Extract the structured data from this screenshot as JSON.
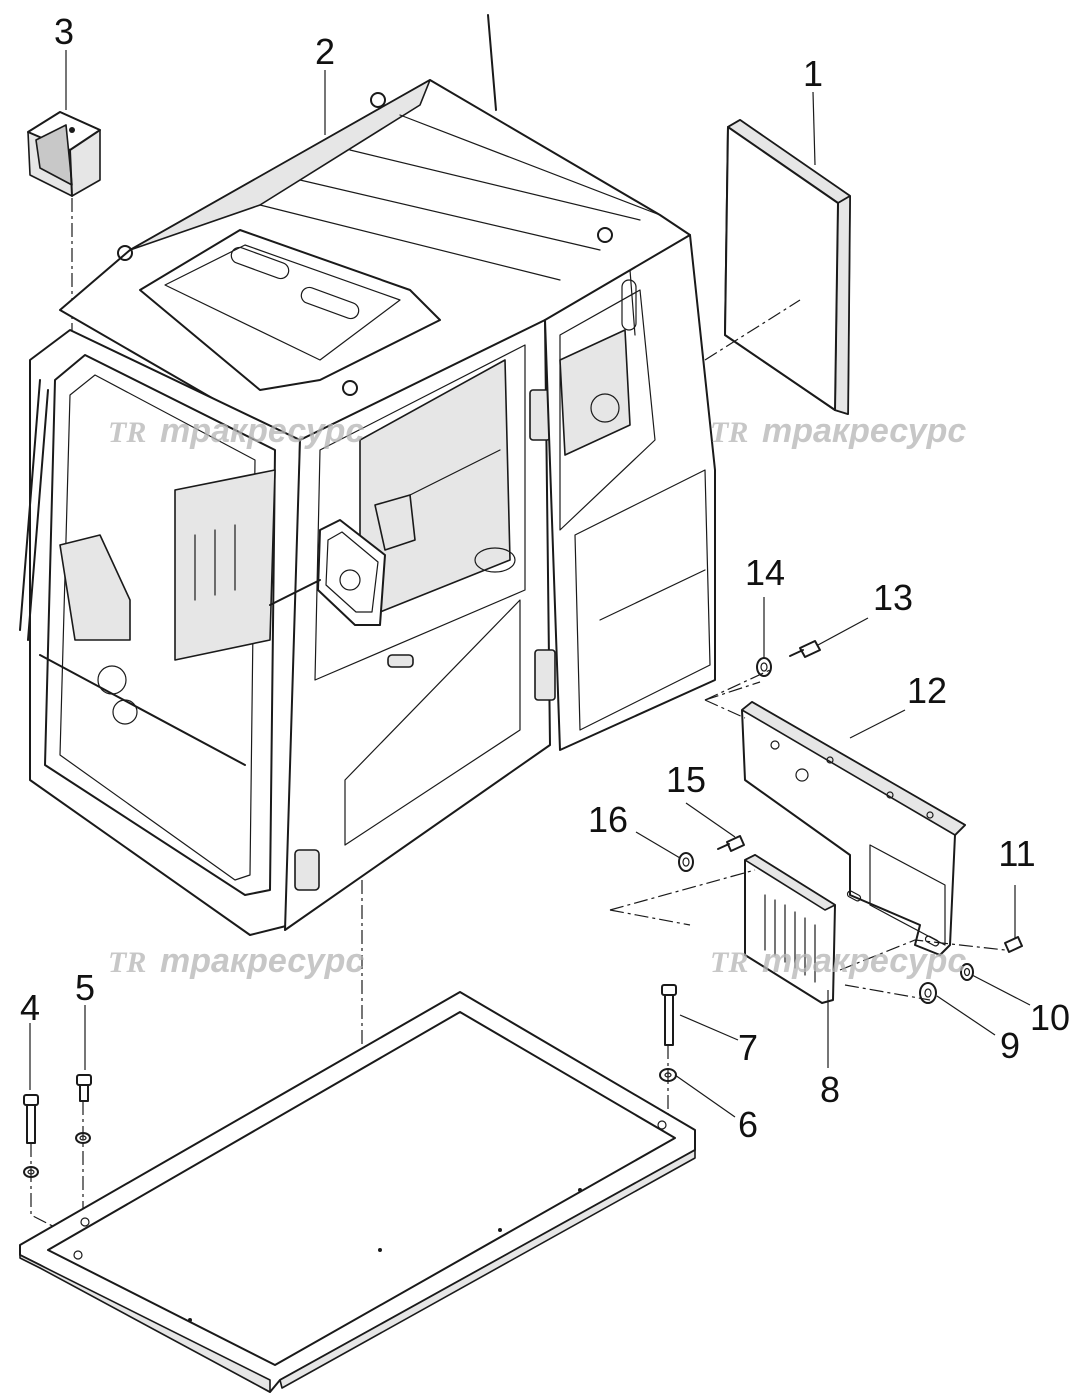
{
  "diagram": {
    "callouts": [
      "1",
      "2",
      "3",
      "4",
      "5",
      "6",
      "7",
      "8",
      "9",
      "10",
      "11",
      "12",
      "13",
      "14",
      "15",
      "16"
    ],
    "watermark": {
      "logo": "TR",
      "text": "тракресурс",
      "color": "#b5b5b5"
    },
    "line_color": "#1a1a1a"
  }
}
